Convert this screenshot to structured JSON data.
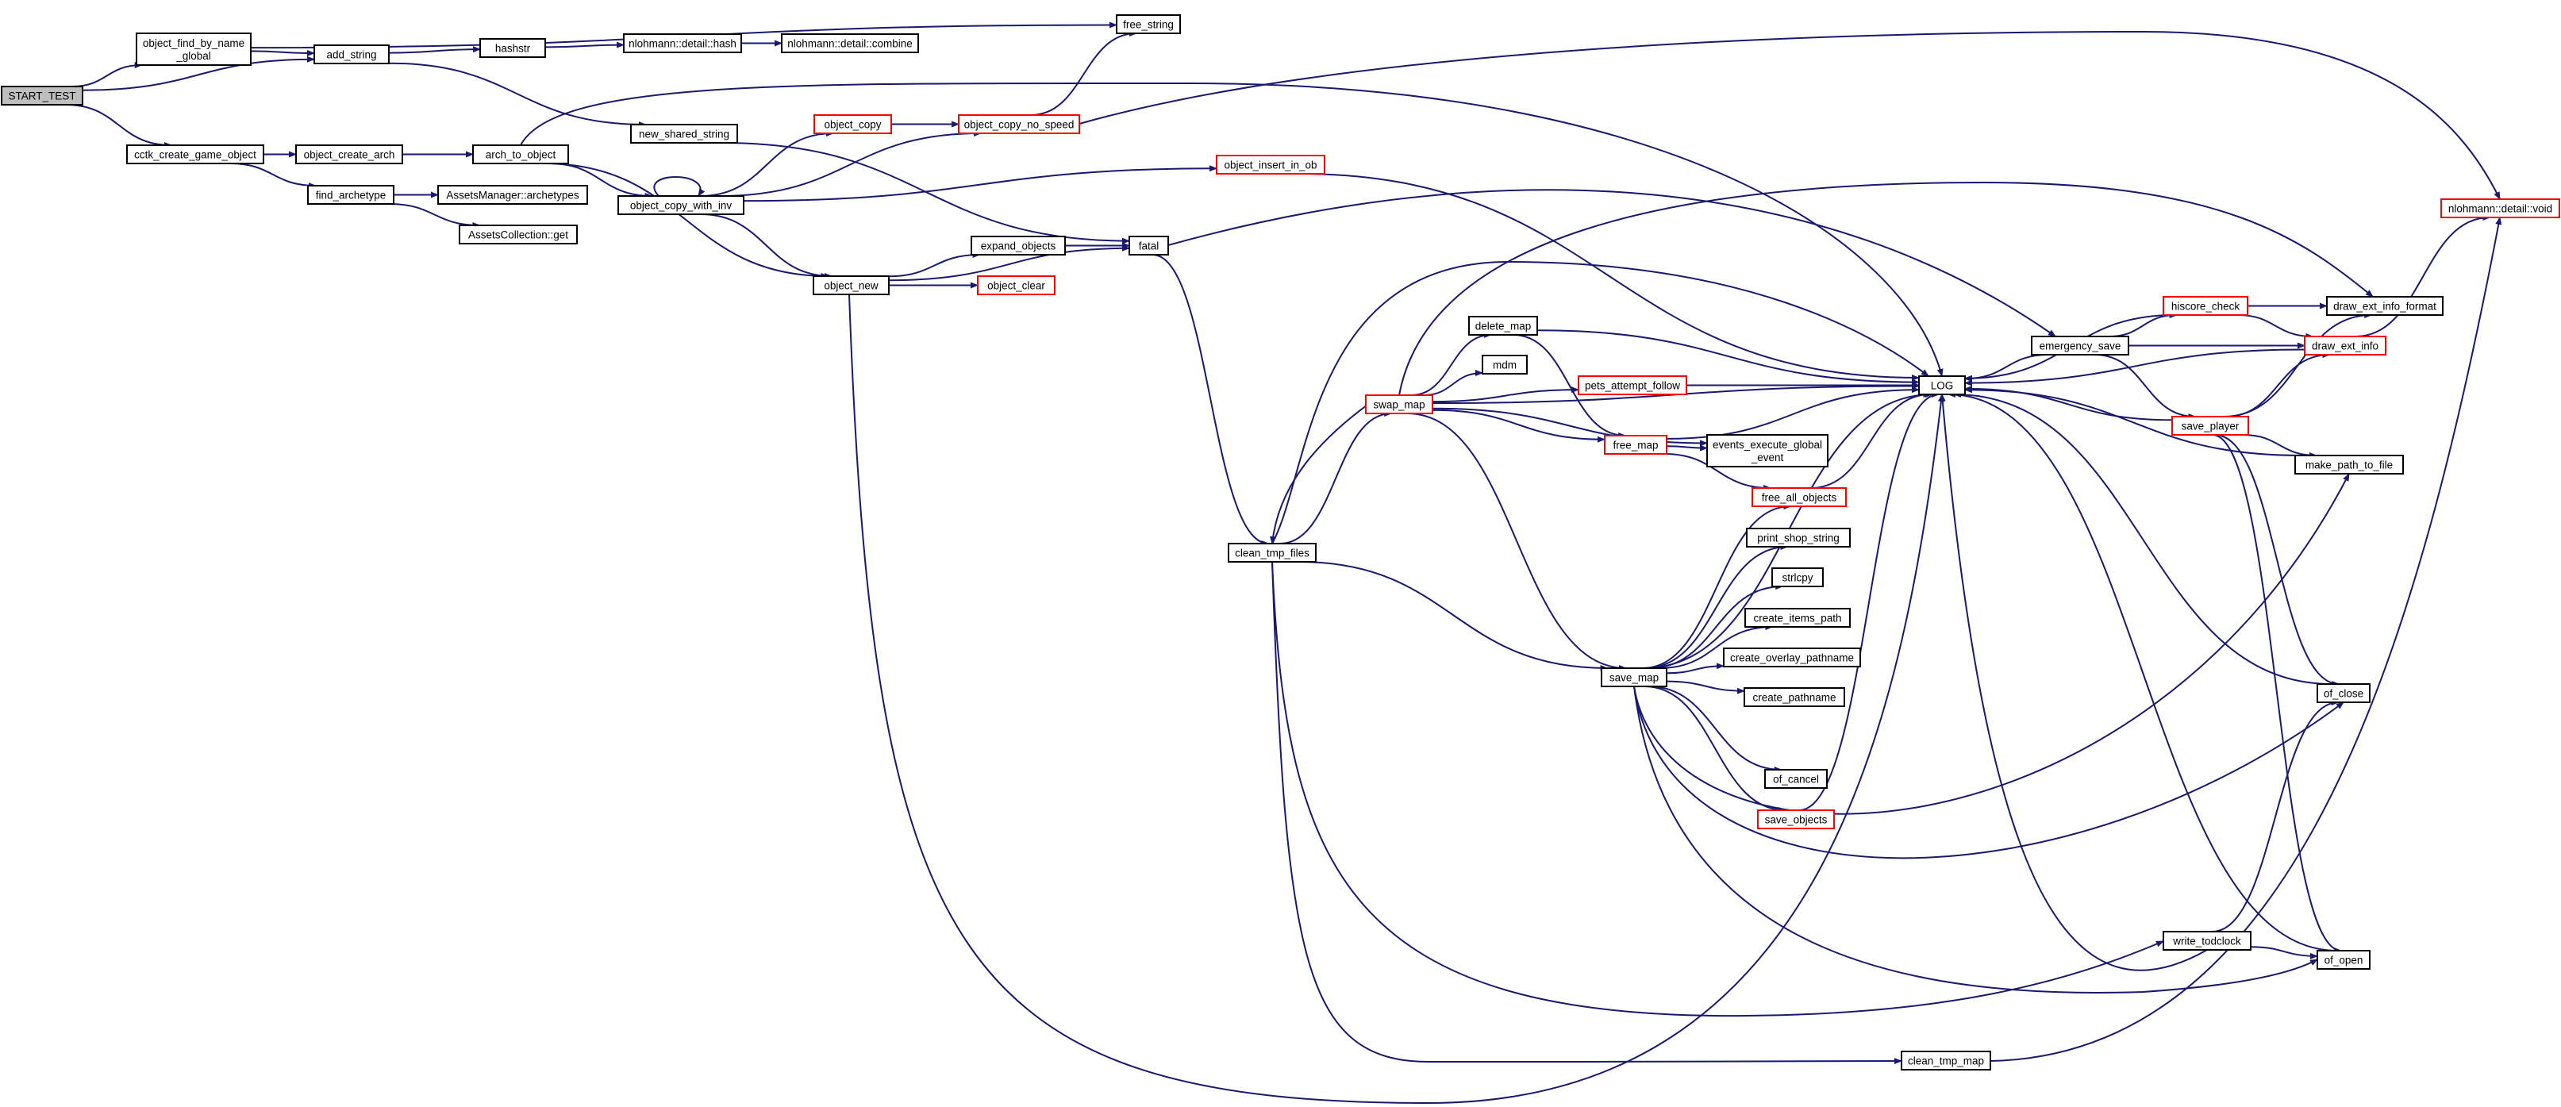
{
  "graph": {
    "colors": {
      "edge": "#191970",
      "node_border": "#000000",
      "node_border_truncated": "#ff0000",
      "node_fill": "#ffffff",
      "root_fill": "#bfbfbf"
    },
    "nodes": [
      {
        "id": "start_test",
        "lines": [
          "START_TEST"
        ],
        "root": true
      },
      {
        "id": "object_find_by_name_global",
        "lines": [
          "object_find_by_name",
          "_global"
        ]
      },
      {
        "id": "add_string",
        "lines": [
          "add_string"
        ]
      },
      {
        "id": "hashstr",
        "lines": [
          "hashstr"
        ]
      },
      {
        "id": "nlohmann_hash",
        "lines": [
          "nlohmann::detail::hash"
        ]
      },
      {
        "id": "nlohmann_combine",
        "lines": [
          "nlohmann::detail::combine"
        ]
      },
      {
        "id": "free_string",
        "lines": [
          "free_string"
        ]
      },
      {
        "id": "new_shared_string",
        "lines": [
          "new_shared_string"
        ]
      },
      {
        "id": "cctk_create_game_object",
        "lines": [
          "cctk_create_game_object"
        ]
      },
      {
        "id": "object_create_arch",
        "lines": [
          "object_create_arch"
        ]
      },
      {
        "id": "arch_to_object",
        "lines": [
          "arch_to_object"
        ]
      },
      {
        "id": "find_archetype",
        "lines": [
          "find_archetype"
        ]
      },
      {
        "id": "assets_manager_archetypes",
        "lines": [
          "AssetsManager::archetypes"
        ]
      },
      {
        "id": "assets_collection_get",
        "lines": [
          "AssetsCollection::get"
        ]
      },
      {
        "id": "object_copy",
        "lines": [
          "object_copy"
        ],
        "truncated": true
      },
      {
        "id": "object_copy_no_speed",
        "lines": [
          "object_copy_no_speed"
        ],
        "truncated": true
      },
      {
        "id": "object_insert_in_ob",
        "lines": [
          "object_insert_in_ob"
        ],
        "truncated": true
      },
      {
        "id": "object_copy_with_inv",
        "lines": [
          "object_copy_with_inv"
        ]
      },
      {
        "id": "expand_objects",
        "lines": [
          "expand_objects"
        ]
      },
      {
        "id": "fatal",
        "lines": [
          "fatal"
        ]
      },
      {
        "id": "object_new",
        "lines": [
          "object_new"
        ]
      },
      {
        "id": "object_clear",
        "lines": [
          "object_clear"
        ],
        "truncated": true
      },
      {
        "id": "nlohmann_void",
        "lines": [
          "nlohmann::detail::void"
        ],
        "truncated": true
      },
      {
        "id": "draw_ext_info_format",
        "lines": [
          "draw_ext_info_format"
        ]
      },
      {
        "id": "hiscore_check",
        "lines": [
          "hiscore_check"
        ],
        "truncated": true
      },
      {
        "id": "draw_ext_info",
        "lines": [
          "draw_ext_info"
        ],
        "truncated": true
      },
      {
        "id": "emergency_save",
        "lines": [
          "emergency_save"
        ]
      },
      {
        "id": "log",
        "lines": [
          "LOG"
        ]
      },
      {
        "id": "delete_map",
        "lines": [
          "delete_map"
        ]
      },
      {
        "id": "mdm",
        "lines": [
          "mdm"
        ]
      },
      {
        "id": "swap_map",
        "lines": [
          "swap_map"
        ],
        "truncated": true
      },
      {
        "id": "pets_attempt_follow",
        "lines": [
          "pets_attempt_follow"
        ],
        "truncated": true
      },
      {
        "id": "free_map",
        "lines": [
          "free_map"
        ],
        "truncated": true
      },
      {
        "id": "events_execute_global_event",
        "lines": [
          "events_execute_global",
          "_event"
        ]
      },
      {
        "id": "save_player",
        "lines": [
          "save_player"
        ],
        "truncated": true
      },
      {
        "id": "make_path_to_file",
        "lines": [
          "make_path_to_file"
        ]
      },
      {
        "id": "free_all_objects",
        "lines": [
          "free_all_objects"
        ],
        "truncated": true
      },
      {
        "id": "clean_tmp_files",
        "lines": [
          "clean_tmp_files"
        ]
      },
      {
        "id": "print_shop_string",
        "lines": [
          "print_shop_string"
        ]
      },
      {
        "id": "strlcpy",
        "lines": [
          "strlcpy"
        ]
      },
      {
        "id": "create_items_path",
        "lines": [
          "create_items_path"
        ]
      },
      {
        "id": "create_overlay_pathname",
        "lines": [
          "create_overlay_pathname"
        ]
      },
      {
        "id": "save_map",
        "lines": [
          "save_map"
        ]
      },
      {
        "id": "create_pathname",
        "lines": [
          "create_pathname"
        ]
      },
      {
        "id": "of_close",
        "lines": [
          "of_close"
        ]
      },
      {
        "id": "of_cancel",
        "lines": [
          "of_cancel"
        ]
      },
      {
        "id": "save_objects",
        "lines": [
          "save_objects"
        ],
        "truncated": true
      },
      {
        "id": "write_todclock",
        "lines": [
          "write_todclock"
        ]
      },
      {
        "id": "of_open",
        "lines": [
          "of_open"
        ]
      },
      {
        "id": "clean_tmp_map",
        "lines": [
          "clean_tmp_map"
        ]
      }
    ],
    "edges": [
      [
        "start_test",
        "object_find_by_name_global"
      ],
      [
        "start_test",
        "add_string"
      ],
      [
        "start_test",
        "cctk_create_game_object"
      ],
      [
        "object_find_by_name_global",
        "add_string"
      ],
      [
        "object_find_by_name_global",
        "free_string"
      ],
      [
        "add_string",
        "hashstr"
      ],
      [
        "add_string",
        "new_shared_string"
      ],
      [
        "hashstr",
        "nlohmann_hash"
      ],
      [
        "nlohmann_hash",
        "nlohmann_combine"
      ],
      [
        "cctk_create_game_object",
        "object_create_arch"
      ],
      [
        "cctk_create_game_object",
        "find_archetype"
      ],
      [
        "object_create_arch",
        "arch_to_object"
      ],
      [
        "arch_to_object",
        "object_copy_with_inv"
      ],
      [
        "arch_to_object",
        "object_new"
      ],
      [
        "arch_to_object",
        "log"
      ],
      [
        "find_archetype",
        "assets_manager_archetypes"
      ],
      [
        "find_archetype",
        "assets_collection_get"
      ],
      [
        "new_shared_string",
        "fatal"
      ],
      [
        "object_copy_with_inv",
        "object_copy_with_inv"
      ],
      [
        "object_copy_with_inv",
        "object_copy"
      ],
      [
        "object_copy_with_inv",
        "object_copy_no_speed"
      ],
      [
        "object_copy_with_inv",
        "object_insert_in_ob"
      ],
      [
        "object_copy_with_inv",
        "object_new"
      ],
      [
        "object_copy",
        "object_copy_no_speed"
      ],
      [
        "object_copy_no_speed",
        "free_string"
      ],
      [
        "object_copy_no_speed",
        "nlohmann_void"
      ],
      [
        "object_insert_in_ob",
        "log"
      ],
      [
        "object_new",
        "expand_objects"
      ],
      [
        "object_new",
        "object_clear"
      ],
      [
        "object_new",
        "fatal"
      ],
      [
        "object_new",
        "log"
      ],
      [
        "expand_objects",
        "fatal"
      ],
      [
        "fatal",
        "clean_tmp_files"
      ],
      [
        "fatal",
        "emergency_save"
      ],
      [
        "clean_tmp_files",
        "swap_map"
      ],
      [
        "clean_tmp_files",
        "save_map"
      ],
      [
        "clean_tmp_files",
        "write_todclock"
      ],
      [
        "clean_tmp_files",
        "clean_tmp_map"
      ],
      [
        "clean_tmp_files",
        "log"
      ],
      [
        "swap_map",
        "delete_map"
      ],
      [
        "swap_map",
        "mdm"
      ],
      [
        "swap_map",
        "pets_attempt_follow"
      ],
      [
        "swap_map",
        "free_map"
      ],
      [
        "swap_map",
        "events_execute_global_event"
      ],
      [
        "swap_map",
        "save_map"
      ],
      [
        "swap_map",
        "log"
      ],
      [
        "swap_map",
        "draw_ext_info_format"
      ],
      [
        "swap_map",
        "clean_tmp_files"
      ],
      [
        "delete_map",
        "free_map"
      ],
      [
        "delete_map",
        "log"
      ],
      [
        "pets_attempt_follow",
        "log"
      ],
      [
        "free_map",
        "events_execute_global_event"
      ],
      [
        "free_map",
        "free_all_objects"
      ],
      [
        "free_map",
        "log"
      ],
      [
        "free_all_objects",
        "log"
      ],
      [
        "save_map",
        "free_all_objects"
      ],
      [
        "save_map",
        "print_shop_string"
      ],
      [
        "save_map",
        "strlcpy"
      ],
      [
        "save_map",
        "create_items_path"
      ],
      [
        "save_map",
        "create_overlay_pathname"
      ],
      [
        "save_map",
        "create_pathname"
      ],
      [
        "save_map",
        "of_cancel"
      ],
      [
        "save_map",
        "save_objects"
      ],
      [
        "save_map",
        "log"
      ],
      [
        "save_map",
        "make_path_to_file"
      ],
      [
        "save_map",
        "of_close"
      ],
      [
        "save_map",
        "of_open"
      ],
      [
        "save_objects",
        "log"
      ],
      [
        "write_todclock",
        "of_close"
      ],
      [
        "write_todclock",
        "of_open"
      ],
      [
        "write_todclock",
        "log"
      ],
      [
        "emergency_save",
        "hiscore_check"
      ],
      [
        "emergency_save",
        "draw_ext_info"
      ],
      [
        "emergency_save",
        "save_player"
      ],
      [
        "emergency_save",
        "log"
      ],
      [
        "hiscore_check",
        "draw_ext_info_format"
      ],
      [
        "hiscore_check",
        "draw_ext_info"
      ],
      [
        "hiscore_check",
        "log"
      ],
      [
        "draw_ext_info",
        "nlohmann_void"
      ],
      [
        "draw_ext_info",
        "log"
      ],
      [
        "save_player",
        "draw_ext_info_format"
      ],
      [
        "save_player",
        "draw_ext_info"
      ],
      [
        "save_player",
        "make_path_to_file"
      ],
      [
        "save_player",
        "of_close"
      ],
      [
        "save_player",
        "of_open"
      ],
      [
        "save_player",
        "log"
      ],
      [
        "make_path_to_file",
        "log"
      ],
      [
        "of_close",
        "log"
      ],
      [
        "of_open",
        "log"
      ],
      [
        "clean_tmp_map",
        "nlohmann_void"
      ]
    ]
  }
}
